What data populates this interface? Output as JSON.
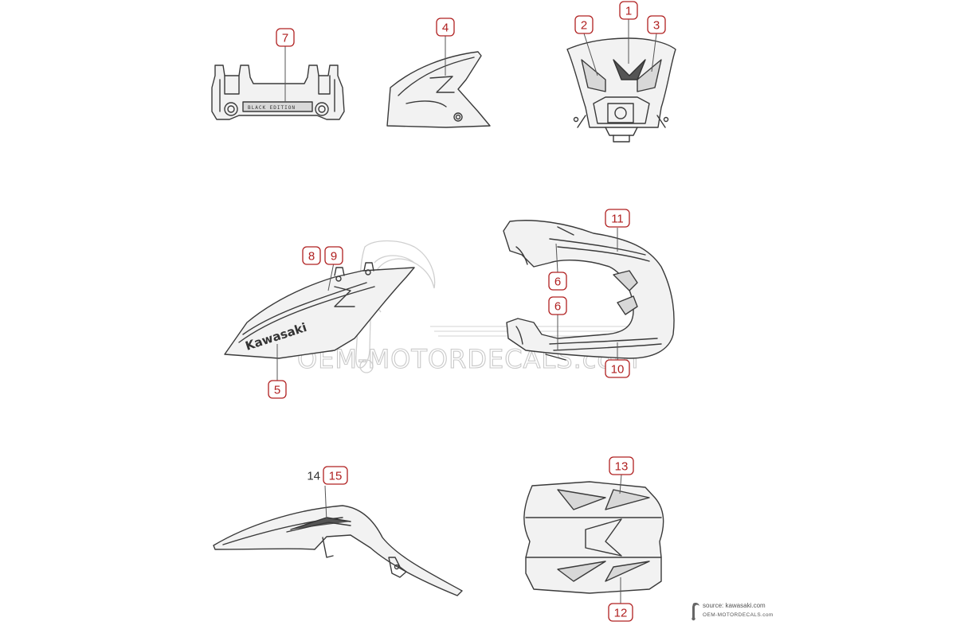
{
  "colors": {
    "badge_stroke": "#b02020",
    "badge_text": "#b02020",
    "line": "#3a3a3a",
    "watermark": "#c9c9c9"
  },
  "callouts": [
    {
      "id": "1",
      "label": "1"
    },
    {
      "id": "2",
      "label": "2"
    },
    {
      "id": "3",
      "label": "3"
    },
    {
      "id": "4",
      "label": "4"
    },
    {
      "id": "5",
      "label": "5"
    },
    {
      "id": "6a",
      "label": "6"
    },
    {
      "id": "6b",
      "label": "6"
    },
    {
      "id": "7",
      "label": "7"
    },
    {
      "id": "8",
      "label": "8"
    },
    {
      "id": "9",
      "label": "9"
    },
    {
      "id": "10",
      "label": "10"
    },
    {
      "id": "11",
      "label": "11"
    },
    {
      "id": "12",
      "label": "12"
    },
    {
      "id": "13",
      "label": "13"
    },
    {
      "id": "15",
      "label": "15"
    }
  ],
  "plain_labels": {
    "14": "14"
  },
  "part_decals": {
    "kawasaki": "Kawasaki",
    "z_logo": "Z",
    "black_edition": "BLACK EDITION"
  },
  "watermark": {
    "text": "OEM-MOTORDECALS.com"
  },
  "credit": {
    "source": "source: kawasaki.com",
    "brand": "OEM-MOTORDECALS.com"
  }
}
